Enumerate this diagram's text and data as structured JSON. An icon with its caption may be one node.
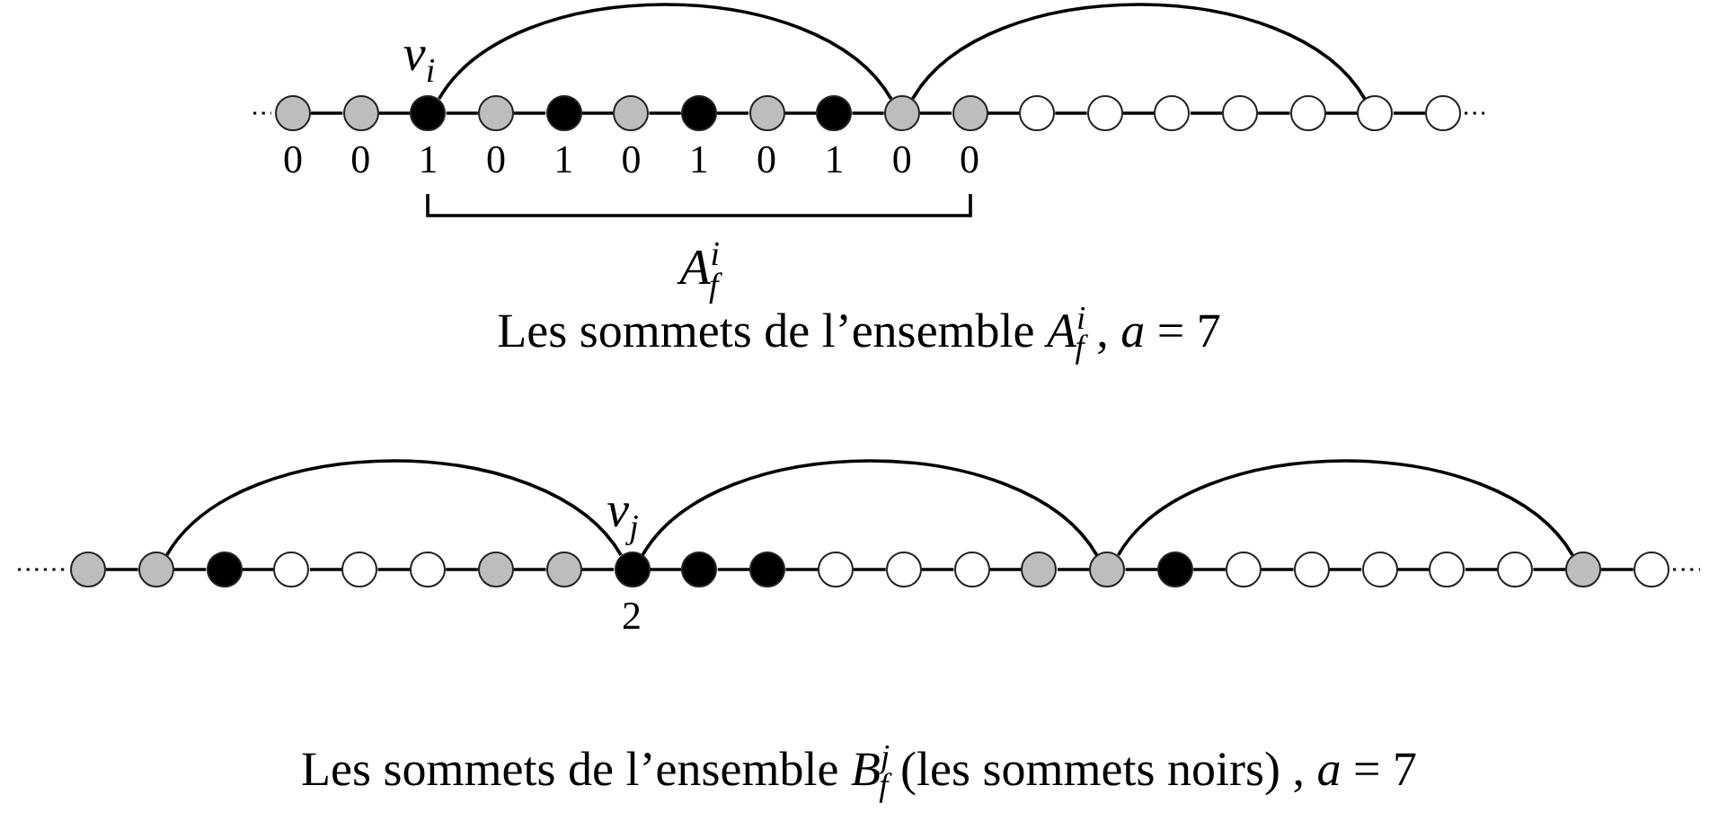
{
  "diagram": {
    "nodes": [
      {
        "text": [],
        "shape": "circle",
        "beside": [
          "0"
        ]
      },
      {
        "text": [],
        "shape": "circle",
        "beside": [
          "0"
        ]
      },
      {
        "text": [],
        "shape": "circle",
        "beside": [
          "*v*$_{i}$",
          "1"
        ]
      },
      {
        "text": [],
        "shape": "circle",
        "beside": [
          "0"
        ]
      },
      {
        "text": [],
        "shape": "circle",
        "beside": [
          "1"
        ]
      },
      {
        "text": [],
        "shape": "circle",
        "beside": [
          "0"
        ]
      },
      {
        "text": [],
        "shape": "circle",
        "beside": [
          "1"
        ]
      },
      {
        "text": [],
        "shape": "circle",
        "beside": [
          "0"
        ]
      },
      {
        "text": [],
        "shape": "circle",
        "beside": [
          "1"
        ]
      },
      {
        "text": [],
        "shape": "circle",
        "beside": [
          "0"
        ]
      },
      {
        "text": [],
        "shape": "circle",
        "beside": [
          "0"
        ]
      },
      {
        "text": [],
        "shape": "circle"
      },
      {
        "text": [],
        "shape": "circle"
      },
      {
        "text": [],
        "shape": "circle"
      },
      {
        "text": [],
        "shape": "circle"
      },
      {
        "text": [],
        "shape": "circle"
      },
      {
        "text": [],
        "shape": "circle"
      },
      {
        "text": [],
        "shape": "circle"
      },
      {
        "text": [],
        "shape": "circle"
      },
      {
        "text": [],
        "shape": "circle"
      },
      {
        "text": [],
        "shape": "circle"
      },
      {
        "text": [],
        "shape": "circle"
      },
      {
        "text": [],
        "shape": "circle"
      },
      {
        "text": [],
        "shape": "circle"
      },
      {
        "text": [],
        "shape": "circle"
      },
      {
        "text": [],
        "shape": "circle"
      },
      {
        "text": [],
        "shape": "circle",
        "beside": [
          "*v*$_{j}$",
          "2"
        ]
      },
      {
        "text": [],
        "shape": "circle"
      },
      {
        "text": [],
        "shape": "circle"
      },
      {
        "text": [],
        "shape": "circle"
      },
      {
        "text": [],
        "shape": "circle"
      },
      {
        "text": [],
        "shape": "circle"
      },
      {
        "text": [],
        "shape": "circle"
      },
      {
        "text": [],
        "shape": "circle"
      },
      {
        "text": [],
        "shape": "circle"
      },
      {
        "text": [],
        "shape": "circle"
      },
      {
        "text": [],
        "shape": "circle"
      },
      {
        "text": [],
        "shape": "circle"
      },
      {
        "text": [],
        "shape": "circle"
      },
      {
        "text": [],
        "shape": "circle"
      },
      {
        "text": [],
        "shape": "circle"
      },
      {
        "text": [],
        "shape": "circle"
      }
    ],
    "edges": [
      {
        "from": 0,
        "to": 1,
        "arrow": "none"
      },
      {
        "from": 1,
        "to": 2,
        "arrow": "none"
      },
      {
        "from": 2,
        "to": 3,
        "arrow": "none"
      },
      {
        "from": 3,
        "to": 4,
        "arrow": "none"
      },
      {
        "from": 4,
        "to": 5,
        "arrow": "none"
      },
      {
        "from": 5,
        "to": 6,
        "arrow": "none"
      },
      {
        "from": 6,
        "to": 7,
        "arrow": "none"
      },
      {
        "from": 7,
        "to": 8,
        "arrow": "none"
      },
      {
        "from": 8,
        "to": 9,
        "arrow": "none"
      },
      {
        "from": 9,
        "to": 10,
        "arrow": "none"
      },
      {
        "from": 10,
        "to": 11,
        "arrow": "none"
      },
      {
        "from": 11,
        "to": 12,
        "arrow": "none"
      },
      {
        "from": 12,
        "to": 13,
        "arrow": "none"
      },
      {
        "from": 13,
        "to": 14,
        "arrow": "none"
      },
      {
        "from": 14,
        "to": 15,
        "arrow": "none"
      },
      {
        "from": 15,
        "to": 16,
        "arrow": "none"
      },
      {
        "from": 16,
        "to": 17,
        "arrow": "none"
      },
      {
        "from": 2,
        "to": 9,
        "arrow": "none"
      },
      {
        "from": 9,
        "to": 16,
        "arrow": "none"
      },
      {
        "from": 18,
        "to": 19,
        "arrow": "none"
      },
      {
        "from": 19,
        "to": 20,
        "arrow": "none"
      },
      {
        "from": 20,
        "to": 21,
        "arrow": "none"
      },
      {
        "from": 21,
        "to": 22,
        "arrow": "none"
      },
      {
        "from": 22,
        "to": 23,
        "arrow": "none"
      },
      {
        "from": 23,
        "to": 24,
        "arrow": "none"
      },
      {
        "from": 24,
        "to": 25,
        "arrow": "none"
      },
      {
        "from": 25,
        "to": 26,
        "arrow": "none"
      },
      {
        "from": 26,
        "to": 27,
        "arrow": "none"
      },
      {
        "from": 27,
        "to": 28,
        "arrow": "none"
      },
      {
        "from": 28,
        "to": 29,
        "arrow": "none"
      },
      {
        "from": 29,
        "to": 30,
        "arrow": "none"
      },
      {
        "from": 30,
        "to": 31,
        "arrow": "none"
      },
      {
        "from": 31,
        "to": 32,
        "arrow": "none"
      },
      {
        "from": 32,
        "to": 33,
        "arrow": "none"
      },
      {
        "from": 33,
        "to": 34,
        "arrow": "none"
      },
      {
        "from": 34,
        "to": 35,
        "arrow": "none"
      },
      {
        "from": 35,
        "to": 36,
        "arrow": "none"
      },
      {
        "from": 36,
        "to": 37,
        "arrow": "none"
      },
      {
        "from": 37,
        "to": 38,
        "arrow": "none"
      },
      {
        "from": 38,
        "to": 39,
        "arrow": "none"
      },
      {
        "from": 39,
        "to": 40,
        "arrow": "none"
      },
      {
        "from": 40,
        "to": 41,
        "arrow": "none"
      },
      {
        "from": 19,
        "to": 26,
        "arrow": "none"
      },
      {
        "from": 26,
        "to": 33,
        "arrow": "none"
      },
      {
        "from": 33,
        "to": 40,
        "arrow": "none"
      }
    ],
    "labels": [
      "*A*$^{i}$$_{f}$",
      "Les sommets de l’ensemble *A*$^{i}$$_{f}$ , *a* = 7",
      "Les sommets de l’ensemble *B*$^{j}$$_{f}$ (les sommets noirs) , *a* = 7"
    ]
  }
}
